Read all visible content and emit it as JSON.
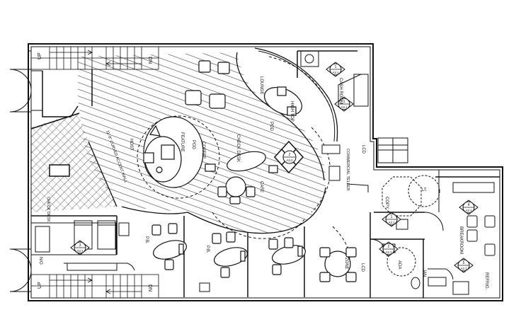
{
  "labels": {
    "up_top": "UP",
    "dn_top": "DN",
    "up_bottom": "UP",
    "dn_bottom": "DN",
    "lounge": "LOUNGE",
    "high_top": "HIGH TOP",
    "pod": "POD",
    "feature": "FEATURE",
    "host": "HOST",
    "pod_2": "POD",
    "coffee": "COFFEE",
    "check_desk": "CHECK DESK",
    "cafe": "CAFE",
    "curved_wall": "11'-8\" CURVED ACCENT WALL",
    "check_desk_2": "CHECK DESK",
    "pb_1": "P.B.",
    "pb_2": "P.B.",
    "zone": "ZONE",
    "cash_room": "CASH ROOM",
    "commercial_teller": "COMMERCIAL TELLER",
    "lcd_1": "LCD",
    "lcd_2": "LCD",
    "copy": "COPY",
    "lt": "LT.",
    "breakroom": "BREAKROOM",
    "ada": "ADA",
    "jan": "JAN",
    "refrig": "REFRIG.",
    "no": "N/O"
  },
  "tags": {
    "t1": {
      "num": "1",
      "sheet": "A3.1"
    },
    "t2": {
      "num": "1",
      "sheet": "A3.1"
    },
    "t3": {
      "num": "2",
      "sheet": "A3.2"
    },
    "t4": {
      "num": "3",
      "sheet": "A3.1"
    },
    "t5": {
      "num": "1",
      "sheet": "A3.1"
    },
    "t6": {
      "num": "2",
      "sheet": "A3.1"
    },
    "t7": {
      "num": "4",
      "sheet": "A3.1"
    },
    "t8": {
      "num": "5",
      "sheet": "A3.1"
    }
  }
}
